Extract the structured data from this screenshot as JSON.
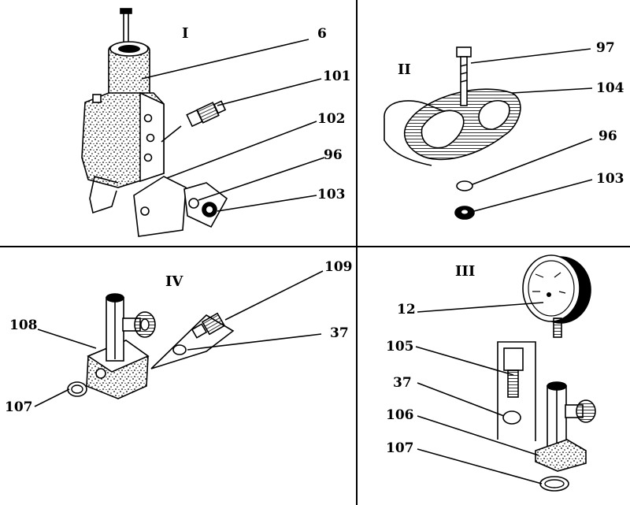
{
  "panels": [
    {
      "id": "I",
      "title": "I",
      "callouts": [
        "6",
        "101",
        "102",
        "96",
        "103"
      ]
    },
    {
      "id": "II",
      "title": "II",
      "callouts": [
        "97",
        "104",
        "96",
        "103"
      ]
    },
    {
      "id": "IV",
      "title": "IV",
      "callouts": [
        "109",
        "108",
        "37",
        "107"
      ]
    },
    {
      "id": "III",
      "title": "III",
      "callouts": [
        "12",
        "105",
        "37",
        "106",
        "107"
      ]
    }
  ]
}
